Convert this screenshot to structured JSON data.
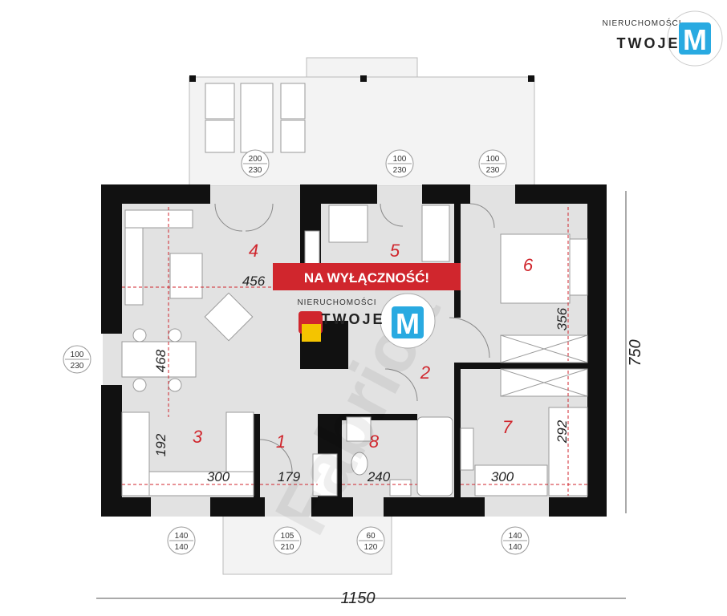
{
  "logo": {
    "top_text": "NIERUCHOMOŚCI",
    "brand_text": "TWOJE",
    "mark": "M",
    "color": "#29aae1"
  },
  "badge": {
    "text": "NA WYŁĄCZNOŚĆ!",
    "color": "#d0262d"
  },
  "watermark": {
    "text": "Fabrica"
  },
  "rooms": [
    {
      "num": "1"
    },
    {
      "num": "2"
    },
    {
      "num": "3"
    },
    {
      "num": "4"
    },
    {
      "num": "5"
    },
    {
      "num": "6"
    },
    {
      "num": "7"
    },
    {
      "num": "8"
    }
  ],
  "dimensions": {
    "d456": "456",
    "d468": "468",
    "d192": "192",
    "d300a": "300",
    "d179": "179",
    "d240": "240",
    "d300b": "300",
    "d356": "356",
    "d292": "292",
    "width": "1150",
    "height": "750"
  },
  "windows": [
    {
      "w": "200",
      "h": "230"
    },
    {
      "w": "100",
      "h": "230"
    },
    {
      "w": "100",
      "h": "230"
    },
    {
      "w": "100",
      "h": "230"
    },
    {
      "w": "140",
      "h": "140"
    },
    {
      "w": "105",
      "h": "210"
    },
    {
      "w": "60",
      "h": "120"
    },
    {
      "w": "140",
      "h": "140"
    }
  ],
  "colors": {
    "wall": "#111111",
    "floor": "#e2e2e2",
    "terrace": "#f3f3f3",
    "accent": "#d0262d"
  }
}
